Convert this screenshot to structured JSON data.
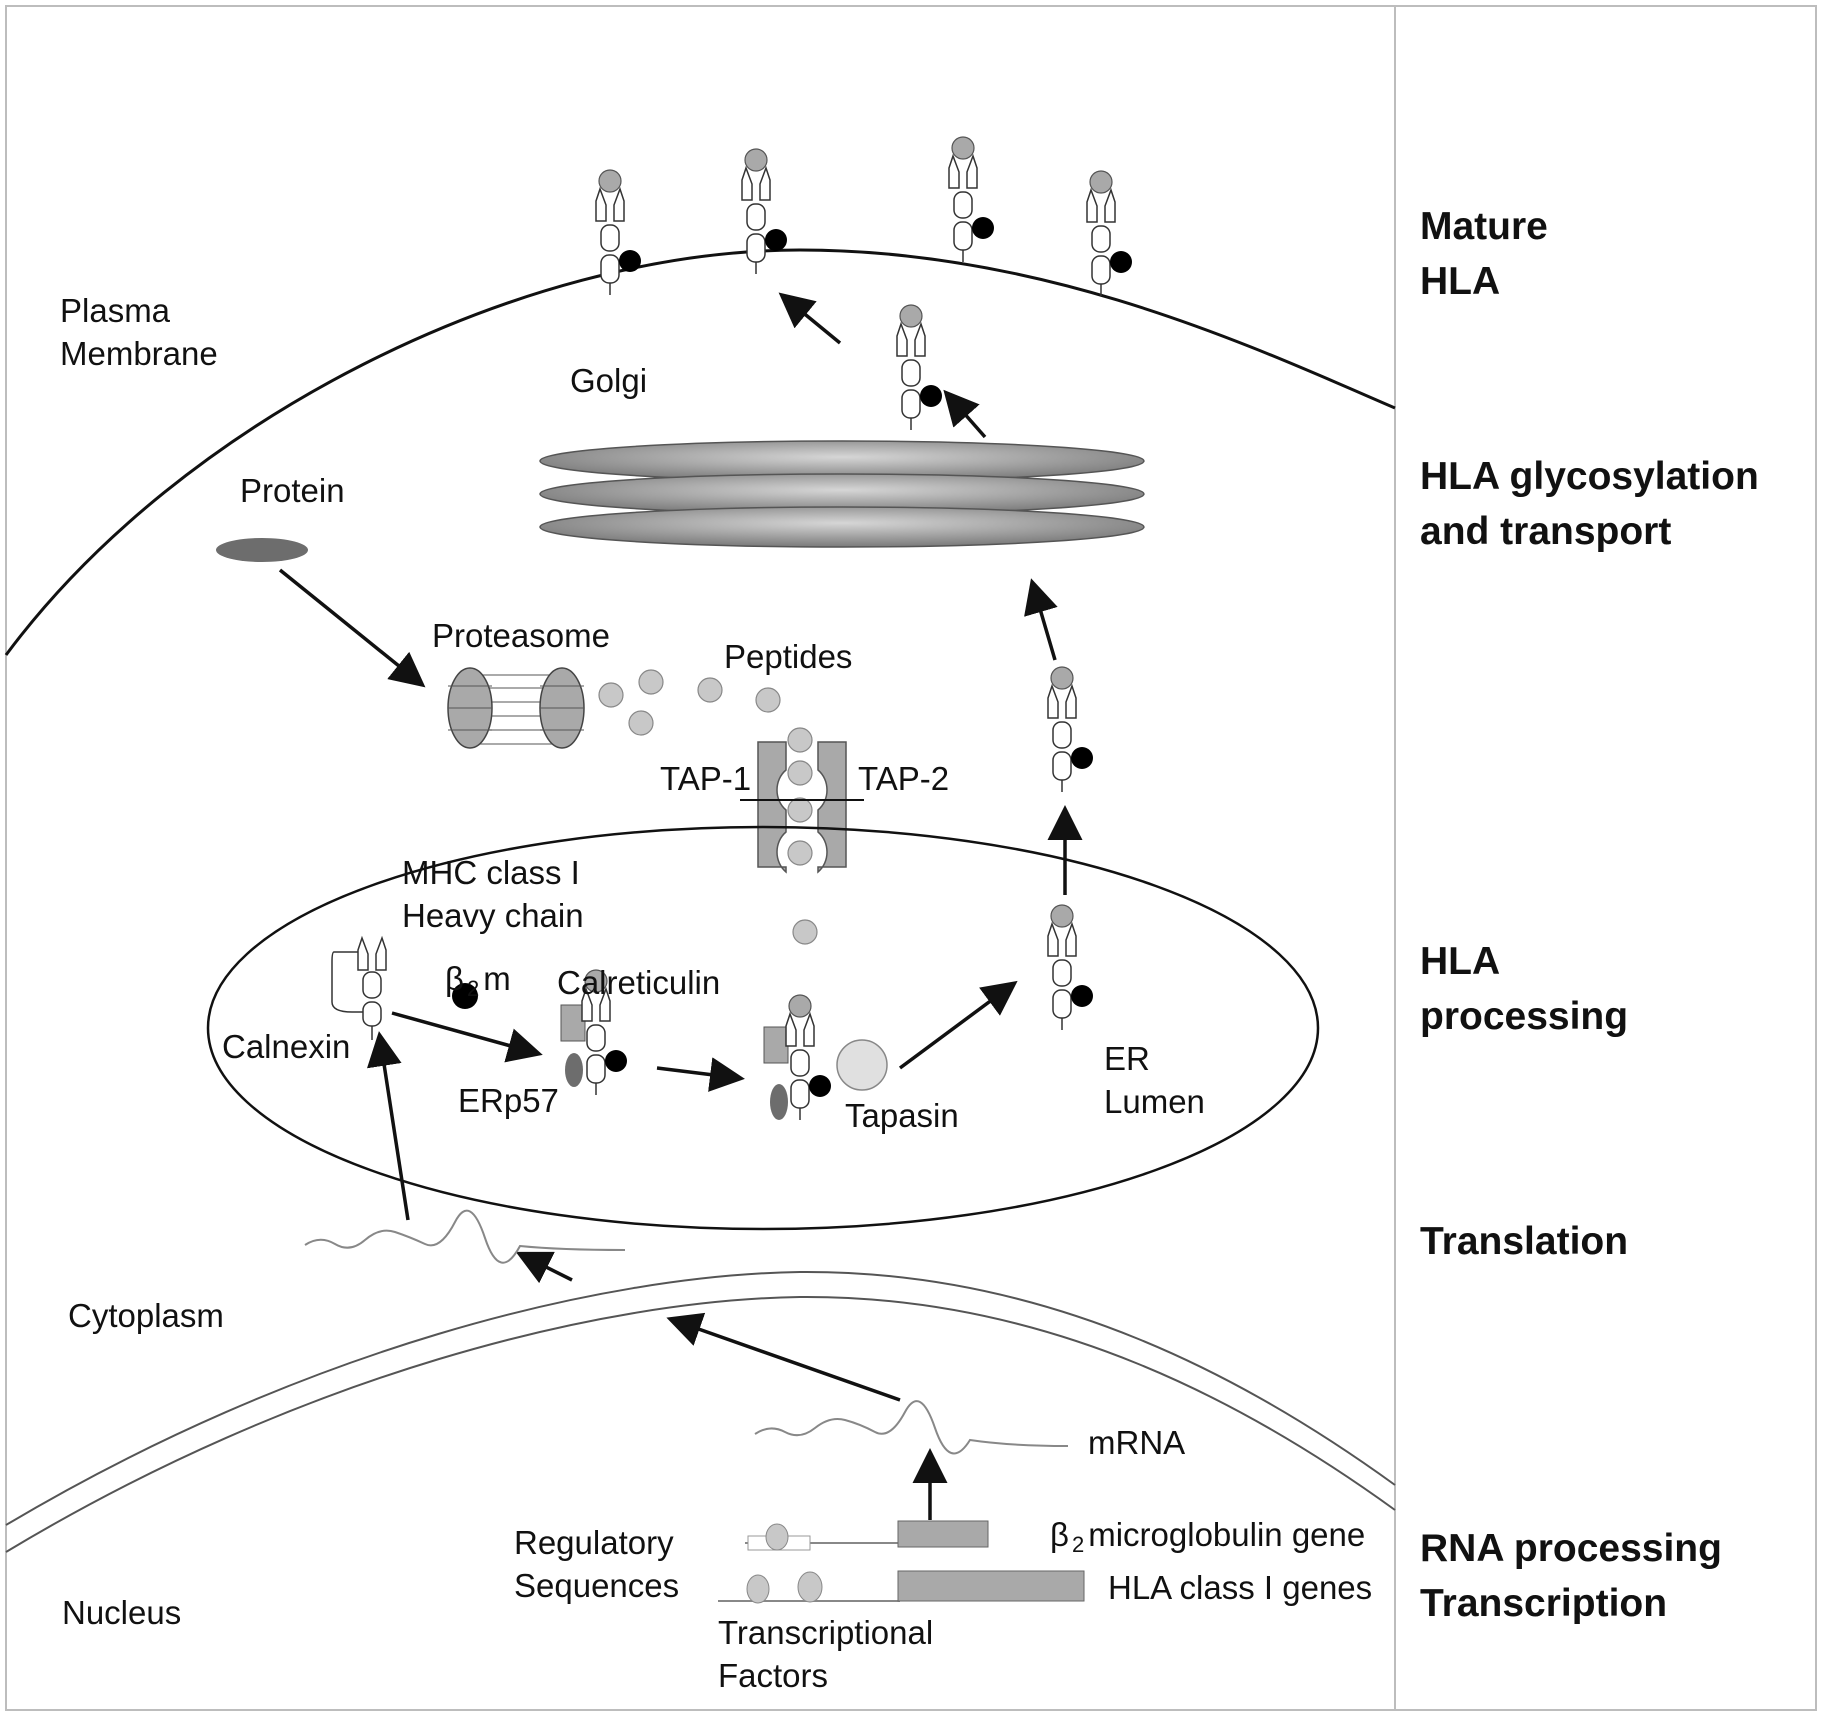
{
  "compartments": {
    "plasma_membrane": "Plasma\nMembrane",
    "cytoplasm": "Cytoplasm",
    "nucleus": "Nucleus",
    "golgi": "Golgi",
    "er_lumen": "ER\nLumen"
  },
  "molecules": {
    "protein": "Protein",
    "proteasome": "Proteasome",
    "peptides": "Peptides",
    "tap1": "TAP-1",
    "tap2": "TAP-2",
    "mhc_heavy_chain": "MHC class I\nHeavy chain",
    "b2m_symbol": "β",
    "b2m_subscript": "2",
    "b2m_suffix": "m",
    "calreticulin": "Calreticulin",
    "calnexin": "Calnexin",
    "erp57": "ERp57",
    "tapasin": "Tapasin",
    "mrna": "mRNA",
    "regulatory_sequences": "Regulatory\nSequences",
    "transcriptional_factors": "Transcriptional\nFactors",
    "b2m_gene_symbol": "β",
    "b2m_gene_subscript": "2",
    "b2m_gene_suffix": "microglobulin gene",
    "hla_genes": "HLA class I genes"
  },
  "stages": {
    "mature": "Mature\nHLA",
    "glycosylation": "HLA glycosylation\nand transport",
    "processing": "HLA\nprocessing",
    "translation": "Translation",
    "transcription": "RNA processing\nTranscription"
  },
  "colors": {
    "line": "#111111",
    "fill_light": "#c8c8c8",
    "fill_mid": "#a9a9a9",
    "fill_dark": "#6d6d6d",
    "b2m_black": "#000000"
  }
}
